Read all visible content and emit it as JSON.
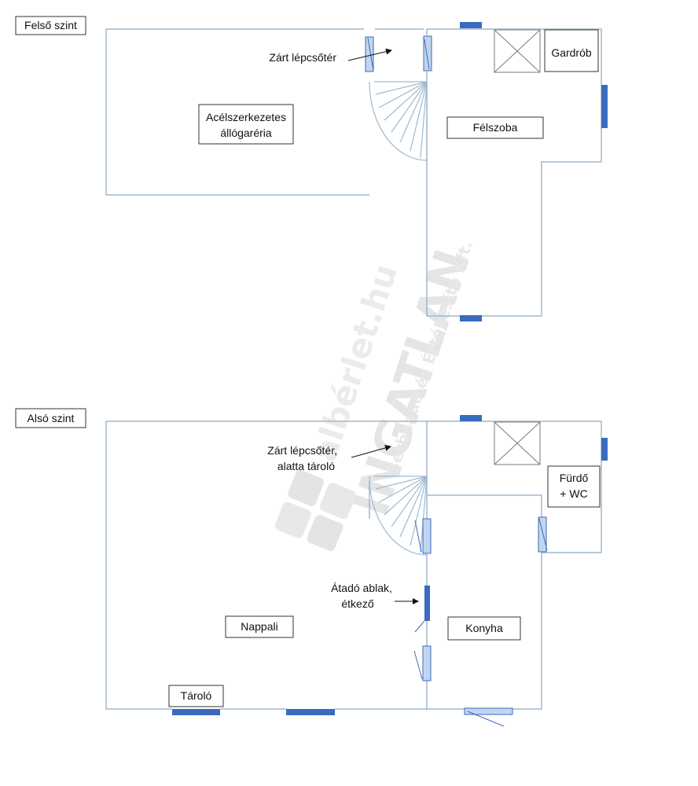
{
  "colors": {
    "wall": "#9fb9cf",
    "window": "#3a6bbf",
    "door": "#c3d5ee",
    "label_border": "#333333",
    "watermark": "#d9d9d9"
  },
  "upper_floor": {
    "level_label": "Felső szint",
    "rooms": {
      "steel_garage": [
        "Acélszerkezetes",
        "állógaréria"
      ],
      "bedroom": "Félszoba",
      "wardrobe": "Gardrób"
    },
    "annotations": {
      "closed_stairwell": "Zárt lépcsőtér"
    }
  },
  "lower_floor": {
    "level_label": "Alsó szint",
    "rooms": {
      "living_room": "Nappali",
      "kitchen": "Konyha",
      "bathroom": [
        "Fürdő",
        "+ WC"
      ],
      "storage": "Tároló"
    },
    "annotations": {
      "closed_stairwell": [
        "Zárt lépcsőtér,",
        "alatta  tároló"
      ],
      "pass_window": [
        "Átadó ablak,",
        "étkező"
      ]
    }
  },
  "watermark": {
    "site": "albérlet.hu",
    "brand": "INGATLAN",
    "company": "Bérbeadó és Értékesítő Kft."
  },
  "icons": [
    "stair-icon",
    "void-cross-icon",
    "arrow-icon",
    "logo-icon"
  ]
}
